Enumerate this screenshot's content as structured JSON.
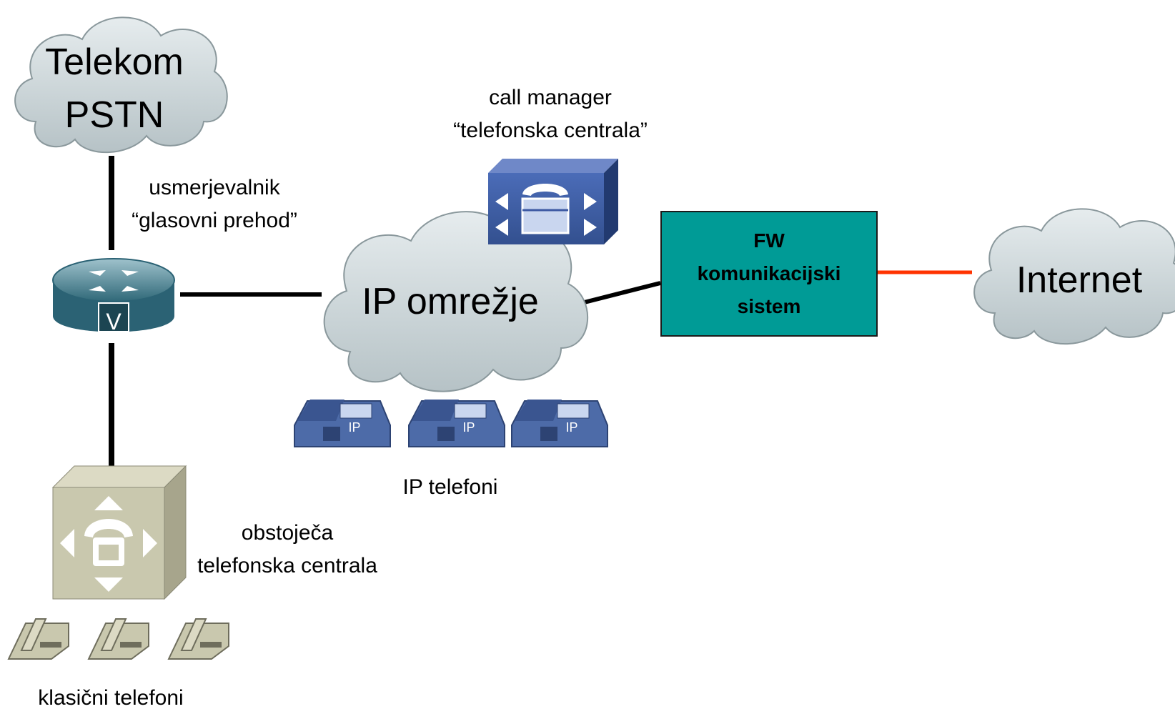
{
  "nodes": {
    "pstn": {
      "line1": "Telekom",
      "line2": "PSTN"
    },
    "internet": {
      "label": "Internet"
    },
    "ip_network": {
      "label": "IP omrežje"
    },
    "firewall": {
      "line1": "FW",
      "line2": "komunikacijski",
      "line3": "sistem"
    },
    "call_manager": {
      "line1": "call manager",
      "line2": "“telefonska centrala”"
    },
    "router": {
      "line1": "usmerjevalnik",
      "line2": "“glasovni prehod”",
      "badge": "V"
    },
    "pbx": {
      "line1": "obstoječa",
      "line2": "telefonska centrala"
    },
    "ip_phones": {
      "label": "IP telefoni",
      "badge": "IP"
    },
    "classic_phones": {
      "label": "klasični telefoni"
    }
  },
  "colors": {
    "cloud": "#c9d3d6",
    "firewall": "#009b96",
    "internet_link": "#ff3300",
    "call_manager": "#3d5aa3",
    "router": "#3d7a8c",
    "pbx": "#c9c8ae",
    "phone": "#4d6ba8"
  },
  "icons": [
    "cloud-icon",
    "router-icon",
    "call-manager-icon",
    "pbx-icon",
    "ip-phone-icon",
    "analog-phone-icon"
  ]
}
